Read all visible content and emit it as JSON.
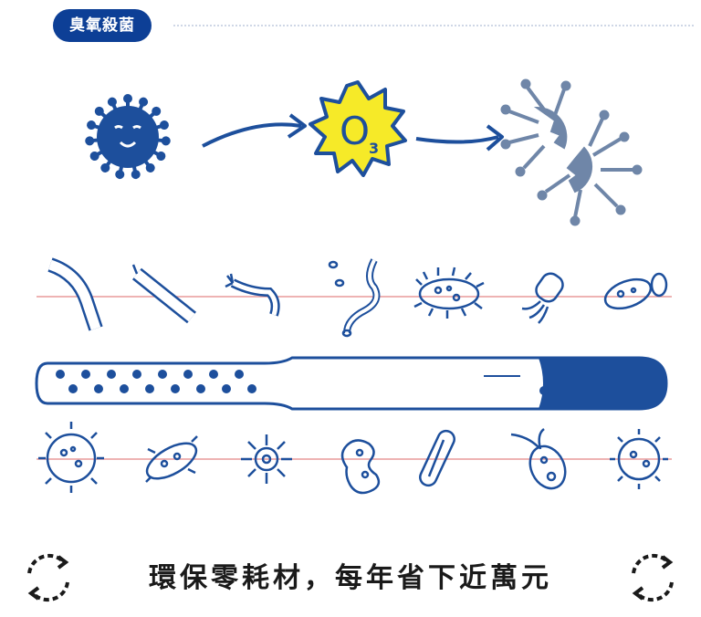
{
  "badge": {
    "label": "臭氧殺菌"
  },
  "ozone": {
    "symbol": "O",
    "subscript": "3"
  },
  "footer": {
    "text": "環保零耗材，每年省下近萬元"
  },
  "icons": {
    "germ": "germ-icon",
    "arrow": "arrow-right-icon",
    "ozone": "ozone-burst-icon",
    "broken": "broken-germ-icon",
    "brush": "toothbrush-icon",
    "recycle": "recycle-icon"
  },
  "colors": {
    "brand": "#0d3f96",
    "germ": "#1d4f9c",
    "broken": "#6f86a8",
    "ozone_fill": "#f6ea28",
    "line": "#e99a9a"
  }
}
